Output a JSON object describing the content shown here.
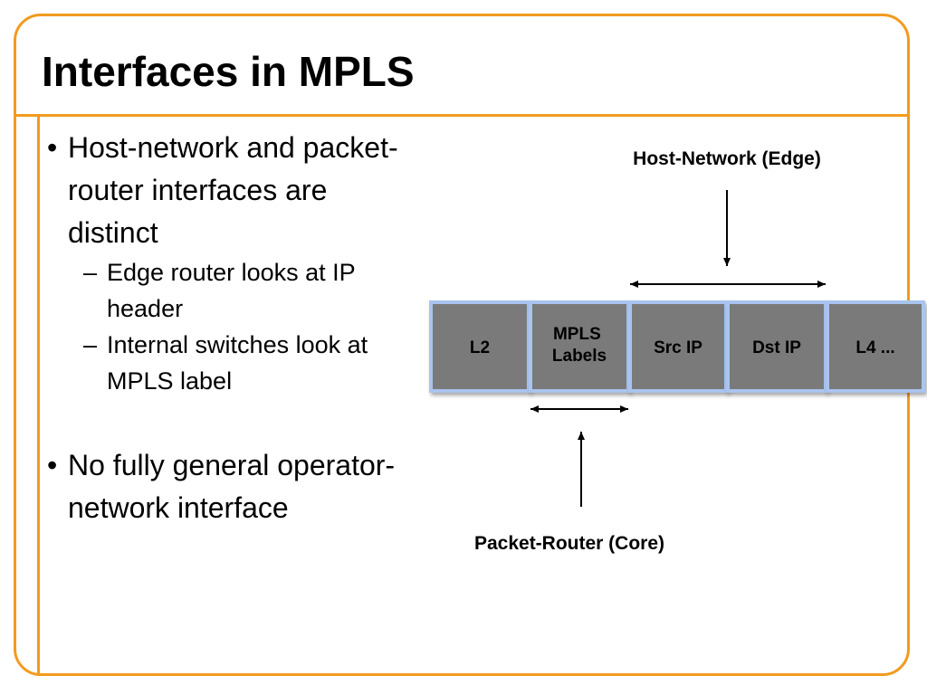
{
  "title": "Interfaces in MPLS",
  "bullets": [
    {
      "text": "Host-network and packet-router interfaces are distinct",
      "sub": [
        "Edge router looks at IP header",
        "Internal switches look at MPLS label"
      ]
    },
    {
      "text": "No fully general operator-network interface",
      "sub": []
    }
  ],
  "diagram": {
    "top_label": "Host-Network (Edge)",
    "bottom_label": "Packet-Router (Core)",
    "fields": [
      "L2",
      "MPLS Labels",
      "Src IP",
      "Dst IP",
      "L4 ..."
    ]
  },
  "colors": {
    "accent": "#f29b1e",
    "field_fill": "#7a7a7a",
    "field_border": "#a9c4ee"
  }
}
